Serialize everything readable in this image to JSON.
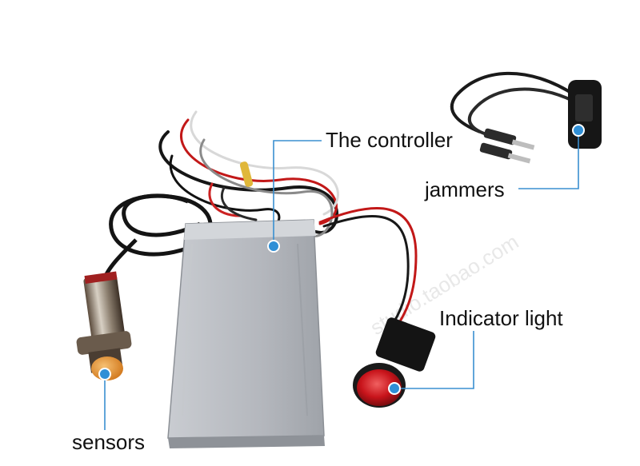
{
  "labels": {
    "controller": "The controller",
    "jammers": "jammers",
    "indicator_light": "Indicator light",
    "sensors": "sensors"
  },
  "watermark": "studio.taobao.com",
  "colors": {
    "callout_line": "#3a8fd0",
    "callout_dot": "#2f8fd6",
    "box_body": "#b9bcc2",
    "indicator_red": "#c8141b",
    "sensor_orange": "#e69a3a",
    "cable_black": "#151515"
  }
}
